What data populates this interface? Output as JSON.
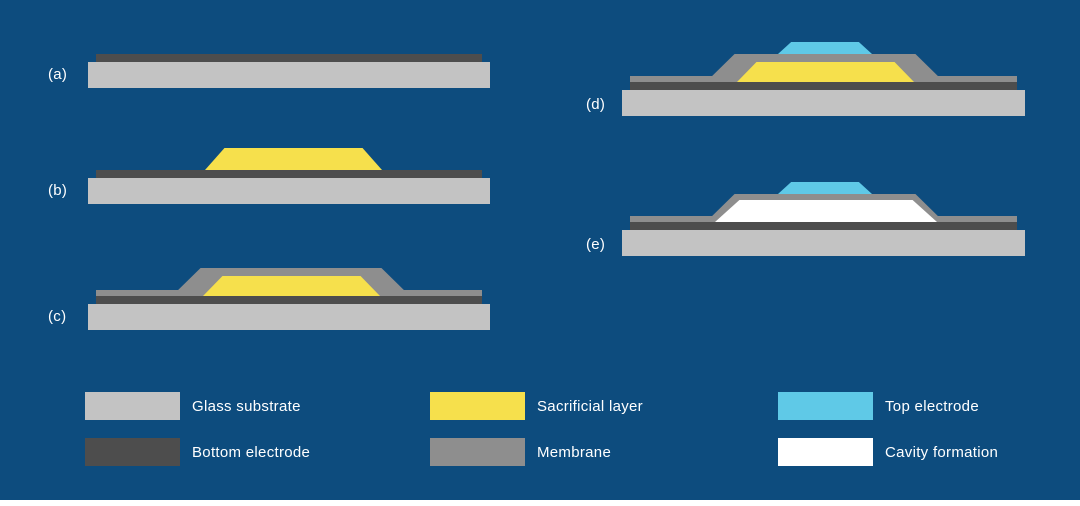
{
  "colors": {
    "bg": "#0d4c7e",
    "glass": "#c3c3c3",
    "electrode": "#4d4d4d",
    "sacrificial": "#f6e04c",
    "membrane": "#8e8e8e",
    "top-electrode": "#5fc9e7",
    "cavity": "#ffffff",
    "text": "#ffffff"
  },
  "panels": {
    "a": {
      "label": "(a)"
    },
    "b": {
      "label": "(b)"
    },
    "c": {
      "label": "(c)"
    },
    "d": {
      "label": "(d)"
    },
    "e": {
      "label": "(e)"
    }
  },
  "legend": {
    "items": [
      {
        "label": "Glass substrate"
      },
      {
        "label": "Bottom electrode"
      },
      {
        "label": "Sacrificial layer"
      },
      {
        "label": "Membrane"
      },
      {
        "label": "Top electrode"
      },
      {
        "label": "Cavity formation"
      }
    ]
  }
}
